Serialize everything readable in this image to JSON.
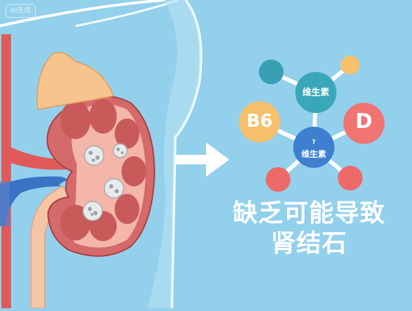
{
  "watermark": {
    "text": "AI生成"
  },
  "illustration": {
    "subject": "kidney cross-section with stones",
    "colors": {
      "background": "#93d0ec",
      "kidney": "#d46a6a",
      "kidney_inner": "#f3b6a8",
      "adrenal": "#f7c48e",
      "artery": "#e05a5a",
      "vein": "#3a73c4",
      "ureter": "#f5c6a6",
      "stone": "#e8eaec"
    },
    "stone_count": 4
  },
  "arrow": {
    "icon": "arrow-right-icon"
  },
  "molecule": {
    "center_label": "维生素",
    "b6_label": "B6",
    "d_label": "D",
    "lower_label_top": "?",
    "lower_label": "维生素",
    "colors": {
      "teal": "#3aa7b8",
      "orange": "#f7c06b",
      "red": "#ef7472",
      "blue": "#3f7fcf",
      "small_teal": "#3a9fb3",
      "small_yellow": "#f7c06b",
      "small_red": "#ee6a6a"
    }
  },
  "headline": {
    "line1": "缺乏可能导致",
    "line2": "肾结石"
  }
}
